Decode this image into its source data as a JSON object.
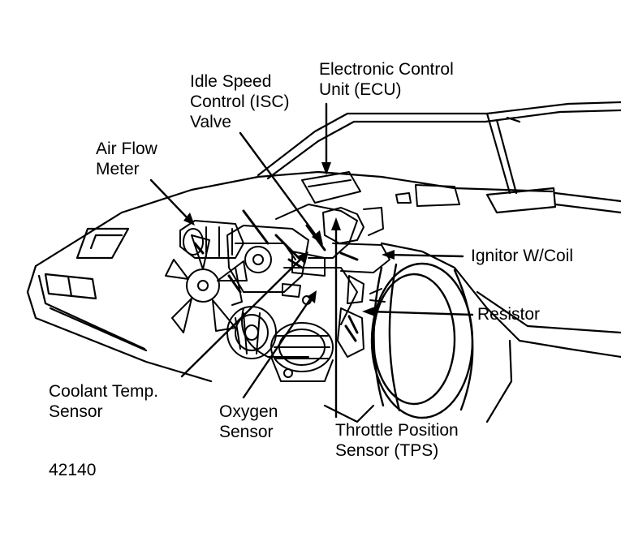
{
  "labels": {
    "ecu": [
      "Electronic Control",
      "Unit (ECU)"
    ],
    "isc": [
      "Idle Speed",
      "Control (ISC)",
      "Valve"
    ],
    "airflow": [
      "Air Flow",
      "Meter"
    ],
    "ignitor": [
      "Ignitor W/Coil"
    ],
    "resistor": [
      "Resistor"
    ],
    "coolant": [
      "Coolant Temp.",
      "Sensor"
    ],
    "oxygen": [
      "Oxygen",
      "Sensor"
    ],
    "tps": [
      "Throttle Position",
      "Sensor (TPS)"
    ]
  },
  "figure_number": "42140",
  "colors": {
    "ink": "#000000",
    "paper": "#ffffff"
  }
}
